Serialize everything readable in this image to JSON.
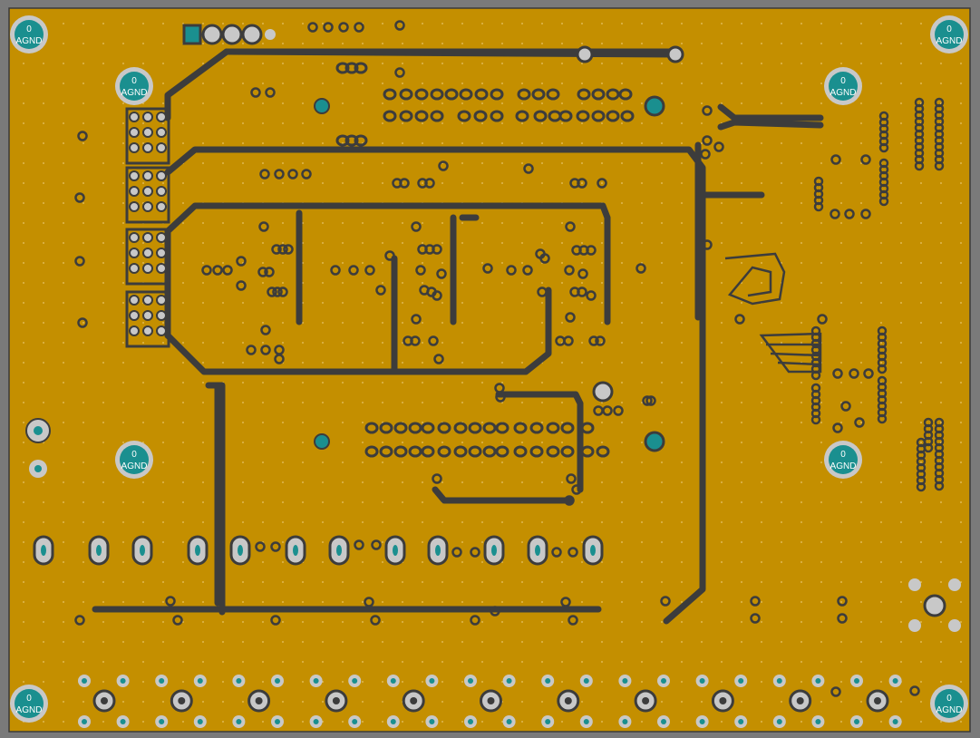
{
  "board": {
    "copper_color": "#c48f00",
    "trace_color": "#3c3c3c",
    "pad_color": "#1a8f8f",
    "ring_color": "#c8c8c8",
    "frame_color": "#7a7a7a"
  },
  "mounting_holes": [
    {
      "net": "0",
      "name": "AGND"
    },
    {
      "net": "0",
      "name": "AGND"
    },
    {
      "net": "0",
      "name": "AGND"
    },
    {
      "net": "0",
      "name": "AGND"
    },
    {
      "net": "0",
      "name": "AGND"
    },
    {
      "net": "0",
      "name": "AGND"
    },
    {
      "net": "0",
      "name": "AGND"
    },
    {
      "net": "0",
      "name": "AGND"
    }
  ]
}
